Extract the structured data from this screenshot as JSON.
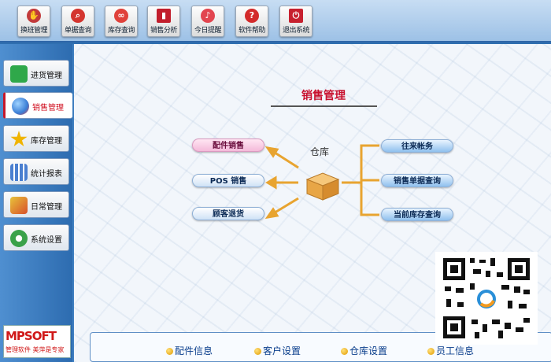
{
  "toolbar": {
    "buttons": [
      {
        "label": "换班管理",
        "icon": "handshake-icon",
        "color": "#c23a3a"
      },
      {
        "label": "单据查询",
        "icon": "magnifier-icon",
        "color": "#d4352f"
      },
      {
        "label": "库存查询",
        "icon": "molecule-icon",
        "color": "#e0413a"
      },
      {
        "label": "销售分析",
        "icon": "bar-chart-icon",
        "color": "#c21e2c"
      },
      {
        "label": "今日提醒",
        "icon": "bell-icon",
        "color": "#e2454f"
      },
      {
        "label": "软件帮助",
        "icon": "question-icon",
        "color": "#d32a2a"
      },
      {
        "label": "退出系统",
        "icon": "exit-icon",
        "color": "#c7202e"
      }
    ]
  },
  "sidebar": {
    "items": [
      {
        "label": "进货管理",
        "icon": "plus-icon",
        "color": "#2fa84a"
      },
      {
        "label": "销售管理",
        "icon": "globe-icon",
        "color": "#3a7ed6",
        "active": true
      },
      {
        "label": "库存管理",
        "icon": "star-icon",
        "color": "#f0b400"
      },
      {
        "label": "统计报表",
        "icon": "stats-icon",
        "color": "#4a7fd0"
      },
      {
        "label": "日常管理",
        "icon": "tools-icon",
        "color": "#d8502a"
      },
      {
        "label": "系统设置",
        "icon": "gear-icon",
        "color": "#3aa24a"
      }
    ],
    "logo": {
      "mark": "MPSOFT",
      "tagline": "管理软件 美萍是专家"
    }
  },
  "main": {
    "title": "销售管理",
    "center_label": "仓库",
    "left_actions": [
      "配件销售",
      "POS 销售",
      "顾客退货"
    ],
    "right_actions": [
      "往来帐务",
      "销售单据查询",
      "当前库存查询"
    ]
  },
  "bottom_links": [
    "配件信息",
    "客户设置",
    "仓库设置",
    "员工信息"
  ],
  "colors": {
    "accent": "#c8102e",
    "sidebar": "#2d6cb0",
    "connector": "#e8a430"
  }
}
